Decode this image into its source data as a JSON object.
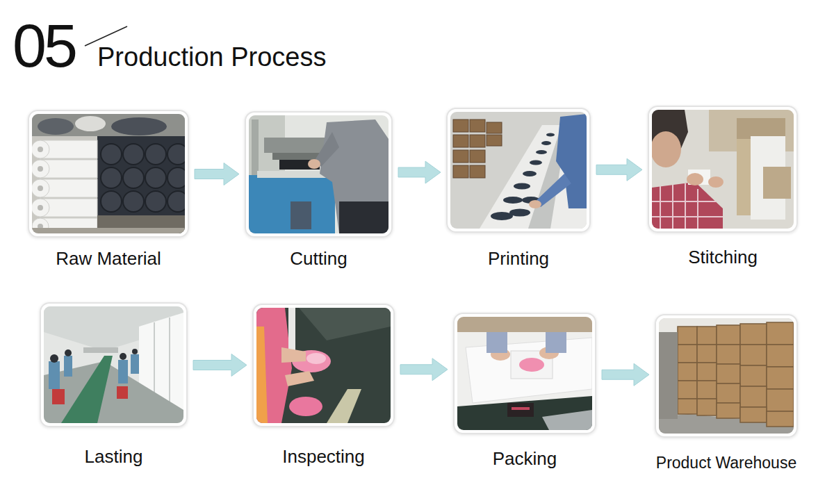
{
  "diagram": {
    "title": "Production Process",
    "nodes": [
      {
        "text": [
          "Raw Material"
        ]
      },
      {
        "text": [
          "Cutting"
        ]
      },
      {
        "text": [
          "Printing"
        ]
      },
      {
        "text": [
          "Stitching"
        ]
      },
      {
        "text": [
          "Lasting"
        ]
      },
      {
        "text": [
          "Inspecting"
        ]
      },
      {
        "text": [
          "Packing"
        ]
      },
      {
        "text": [
          "Product Warehouse"
        ]
      }
    ],
    "edges": [
      {
        "from": 0,
        "to": 1,
        "arrow": "to"
      },
      {
        "from": 1,
        "to": 2,
        "arrow": "to"
      },
      {
        "from": 2,
        "to": 3,
        "arrow": "to"
      },
      {
        "from": 4,
        "to": 5,
        "arrow": "to"
      },
      {
        "from": 5,
        "to": 6,
        "arrow": "to"
      },
      {
        "from": 6,
        "to": 7,
        "arrow": "to"
      }
    ],
    "labels": [
      "05"
    ]
  }
}
